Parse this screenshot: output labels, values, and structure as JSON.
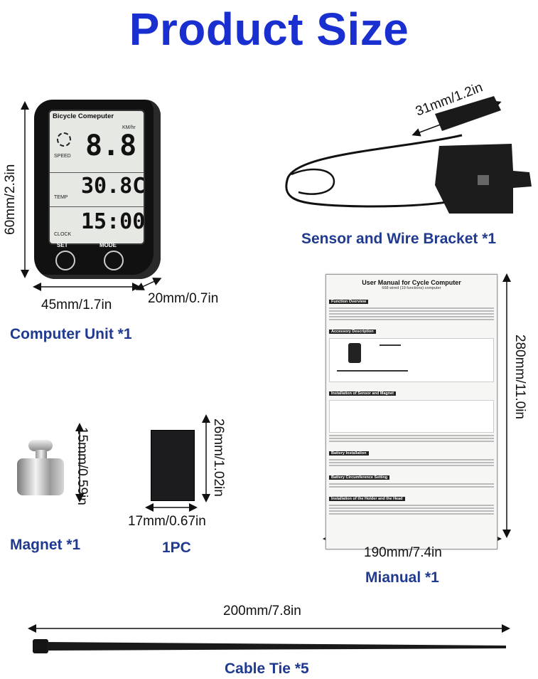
{
  "title": "Product Size",
  "computer": {
    "brand": "Bicycle Comeputer",
    "speed_unit": "KM/hr",
    "speed_label": "SPEED",
    "speed_value": "8.8",
    "temp_label": "TEMP",
    "temp_value": "30.8C",
    "clock_label": "CLOCK",
    "clock_value": "15:00",
    "set_label": "SET",
    "mode_label": "MODE",
    "height_dim": "60mm/2.3in",
    "width_dim": "45mm/1.7in",
    "depth_dim": "20mm/0.7in",
    "caption": "Computer Unit *1"
  },
  "sensor": {
    "dim": "31mm/1.2in",
    "caption": "Sensor and Wire Bracket *1"
  },
  "magnet": {
    "dim": "15mm/0.59in",
    "caption": "Magnet *1"
  },
  "pad": {
    "height_dim": "26mm/1.02in",
    "width_dim": "17mm/0.67in",
    "caption": "1PC"
  },
  "manual": {
    "title": "User Manual for Cycle Computer",
    "subtitle": "668 wired (19 functions) computer",
    "section1": "Function Overview",
    "section2": "Accessory Description",
    "section3": "Installation of Sensor and Magnet",
    "section4": "Battery Installation",
    "section5": "Battery Circumference Setting",
    "section6": "Installation of the Holder and the Head",
    "height_dim": "280mm/11.0in",
    "width_dim": "190mm/7.4in",
    "caption": "Mianual *1"
  },
  "cable_tie": {
    "dim": "200mm/7.8in",
    "caption": "Cable Tie *5"
  },
  "colors": {
    "title_blue": "#1a2fcf",
    "caption_blue": "#1f3a8f"
  }
}
